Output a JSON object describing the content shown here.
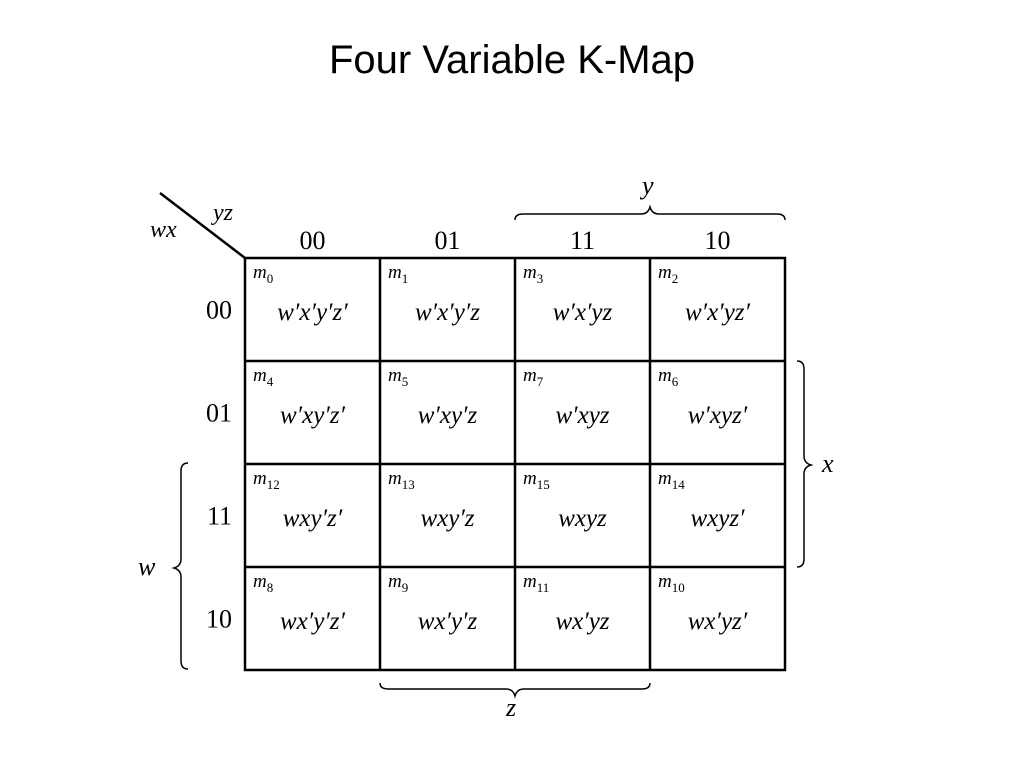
{
  "title": "Four Variable K-Map",
  "corner": {
    "row_var": "wx",
    "col_var": "yz"
  },
  "columns": [
    "00",
    "01",
    "11",
    "10"
  ],
  "rows": [
    "00",
    "01",
    "11",
    "10"
  ],
  "cells": [
    [
      {
        "m": "m",
        "sub": "0",
        "term": "w′x′y′z′"
      },
      {
        "m": "m",
        "sub": "1",
        "term": "w′x′y′z"
      },
      {
        "m": "m",
        "sub": "3",
        "term": "w′x′yz"
      },
      {
        "m": "m",
        "sub": "2",
        "term": "w′x′yz′"
      }
    ],
    [
      {
        "m": "m",
        "sub": "4",
        "term": "w′xy′z′"
      },
      {
        "m": "m",
        "sub": "5",
        "term": "w′xy′z"
      },
      {
        "m": "m",
        "sub": "7",
        "term": "w′xyz"
      },
      {
        "m": "m",
        "sub": "6",
        "term": "w′xyz′"
      }
    ],
    [
      {
        "m": "m",
        "sub": "12",
        "term": "wxy′z′"
      },
      {
        "m": "m",
        "sub": "13",
        "term": "wxy′z"
      },
      {
        "m": "m",
        "sub": "15",
        "term": "wxyz"
      },
      {
        "m": "m",
        "sub": "14",
        "term": "wxyz′"
      }
    ],
    [
      {
        "m": "m",
        "sub": "8",
        "term": "wx′y′z′"
      },
      {
        "m": "m",
        "sub": "9",
        "term": "wx′y′z"
      },
      {
        "m": "m",
        "sub": "11",
        "term": "wx′yz"
      },
      {
        "m": "m",
        "sub": "10",
        "term": "wx′yz′"
      }
    ]
  ],
  "braces": {
    "top": "y",
    "right": "x",
    "left": "w",
    "bottom": "z"
  }
}
